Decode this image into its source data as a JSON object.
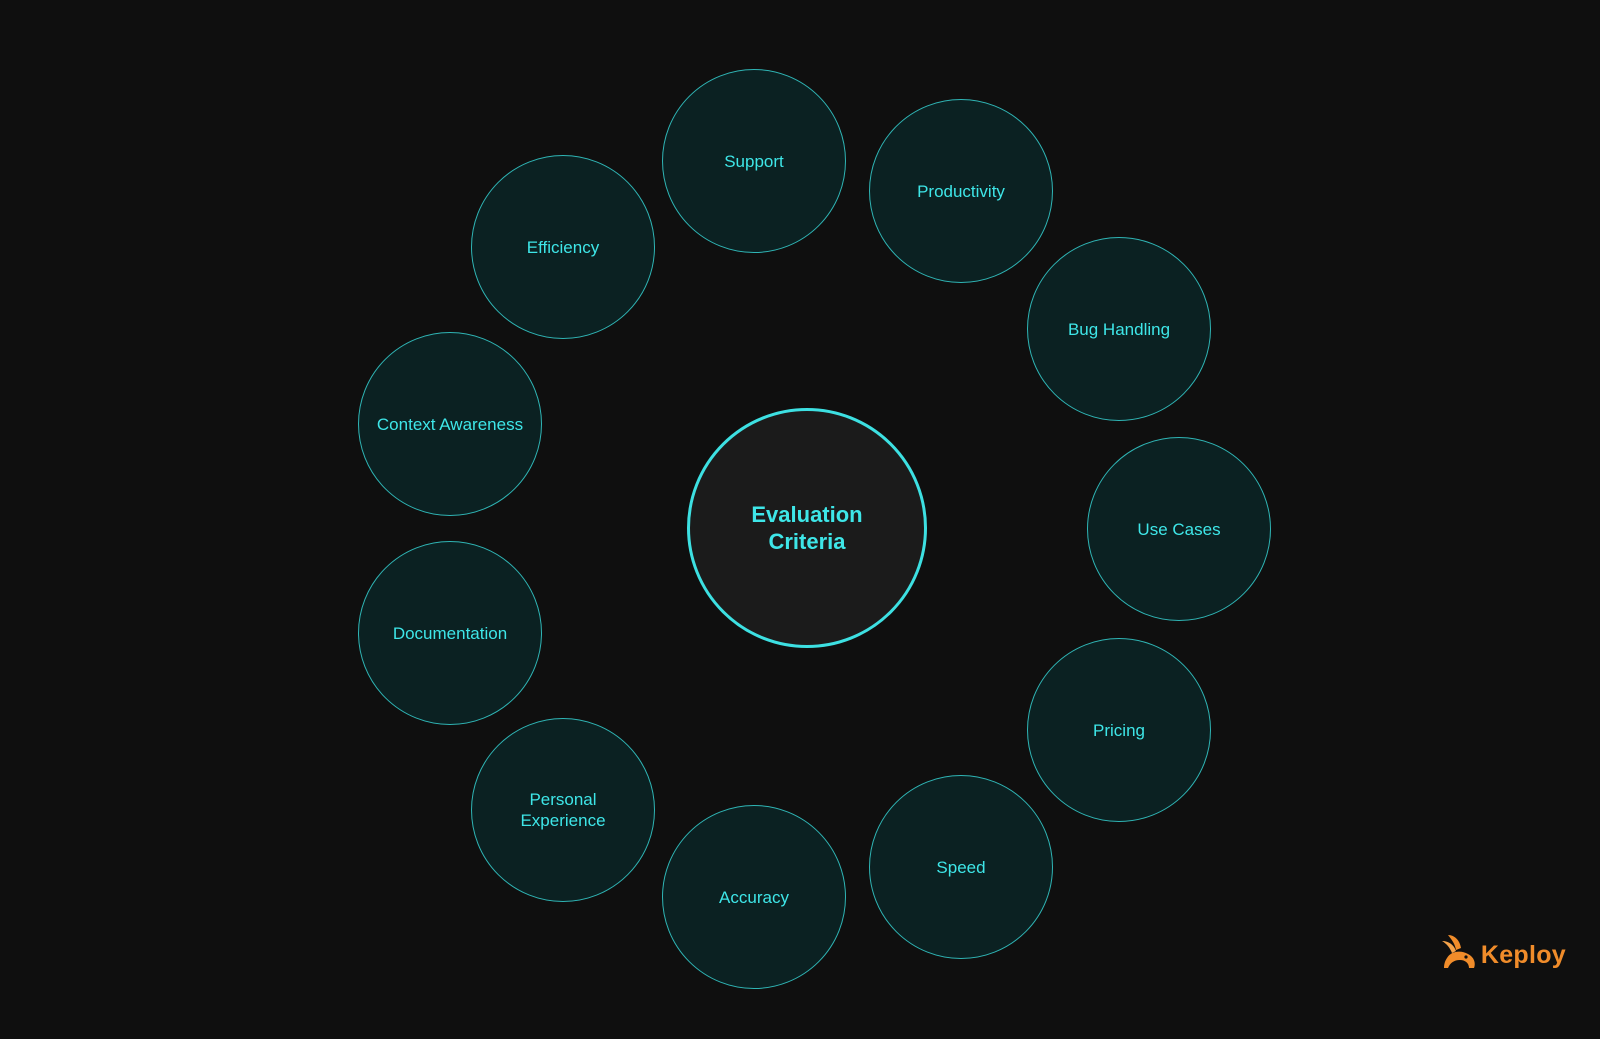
{
  "diagram": {
    "center": {
      "label": "Evaluation Criteria"
    },
    "nodes": [
      {
        "id": "support",
        "label": "Support"
      },
      {
        "id": "productivity",
        "label": "Productivity"
      },
      {
        "id": "bug-handling",
        "label": "Bug Handling"
      },
      {
        "id": "use-cases",
        "label": "Use Cases"
      },
      {
        "id": "pricing",
        "label": "Pricing"
      },
      {
        "id": "speed",
        "label": "Speed"
      },
      {
        "id": "accuracy",
        "label": "Accuracy"
      },
      {
        "id": "personal-experience",
        "label": "Personal Experience"
      },
      {
        "id": "documentation",
        "label": "Documentation"
      },
      {
        "id": "context-awareness",
        "label": "Context Awareness"
      },
      {
        "id": "efficiency",
        "label": "Efficiency"
      }
    ]
  },
  "brand": {
    "name": "Keploy",
    "accent_color": "#f08c2a",
    "icon": "keploy-rabbit-icon"
  },
  "colors": {
    "background": "#0f0f0f",
    "node_fill": "#0b2122",
    "node_border": "#2fb5b5",
    "text": "#3ee6e8"
  }
}
